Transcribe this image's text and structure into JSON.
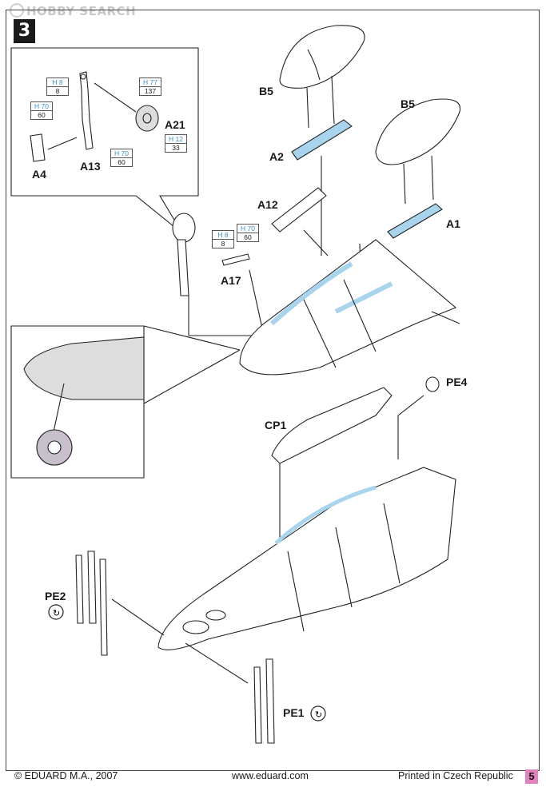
{
  "watermark": "HOBBY SEARCH",
  "step_number": "3",
  "parts": {
    "b5_top": "B5",
    "b5_right": "B5",
    "a2": "A2",
    "a1": "A1",
    "a12": "A12",
    "a17": "A17",
    "a21": "A21",
    "a4": "A4",
    "a13": "A13",
    "cp1": "CP1",
    "pe4": "PE4",
    "pe2": "PE2",
    "pe1": "PE1"
  },
  "paint_codes": {
    "h8_inset": {
      "code": "H 8",
      "num": "8"
    },
    "h77": {
      "code": "H 77",
      "num": "137"
    },
    "h70_a4": {
      "code": "H 70",
      "num": "60"
    },
    "h12": {
      "code": "H 12",
      "num": "33"
    },
    "h70_a13": {
      "code": "H 70",
      "num": "60"
    },
    "h8_a17": {
      "code": "H 8",
      "num": "8"
    },
    "h70_a17": {
      "code": "H 70",
      "num": "60"
    }
  },
  "footer": {
    "copyright": "© EDUARD M.A., 2007",
    "website": "www.eduard.com",
    "printed": "Printed in Czech Republic",
    "page": "5"
  },
  "colors": {
    "highlight_blue": "#a8d4ee",
    "tire_fill": "#c7bfca",
    "page_badge": "#e47fc0"
  }
}
